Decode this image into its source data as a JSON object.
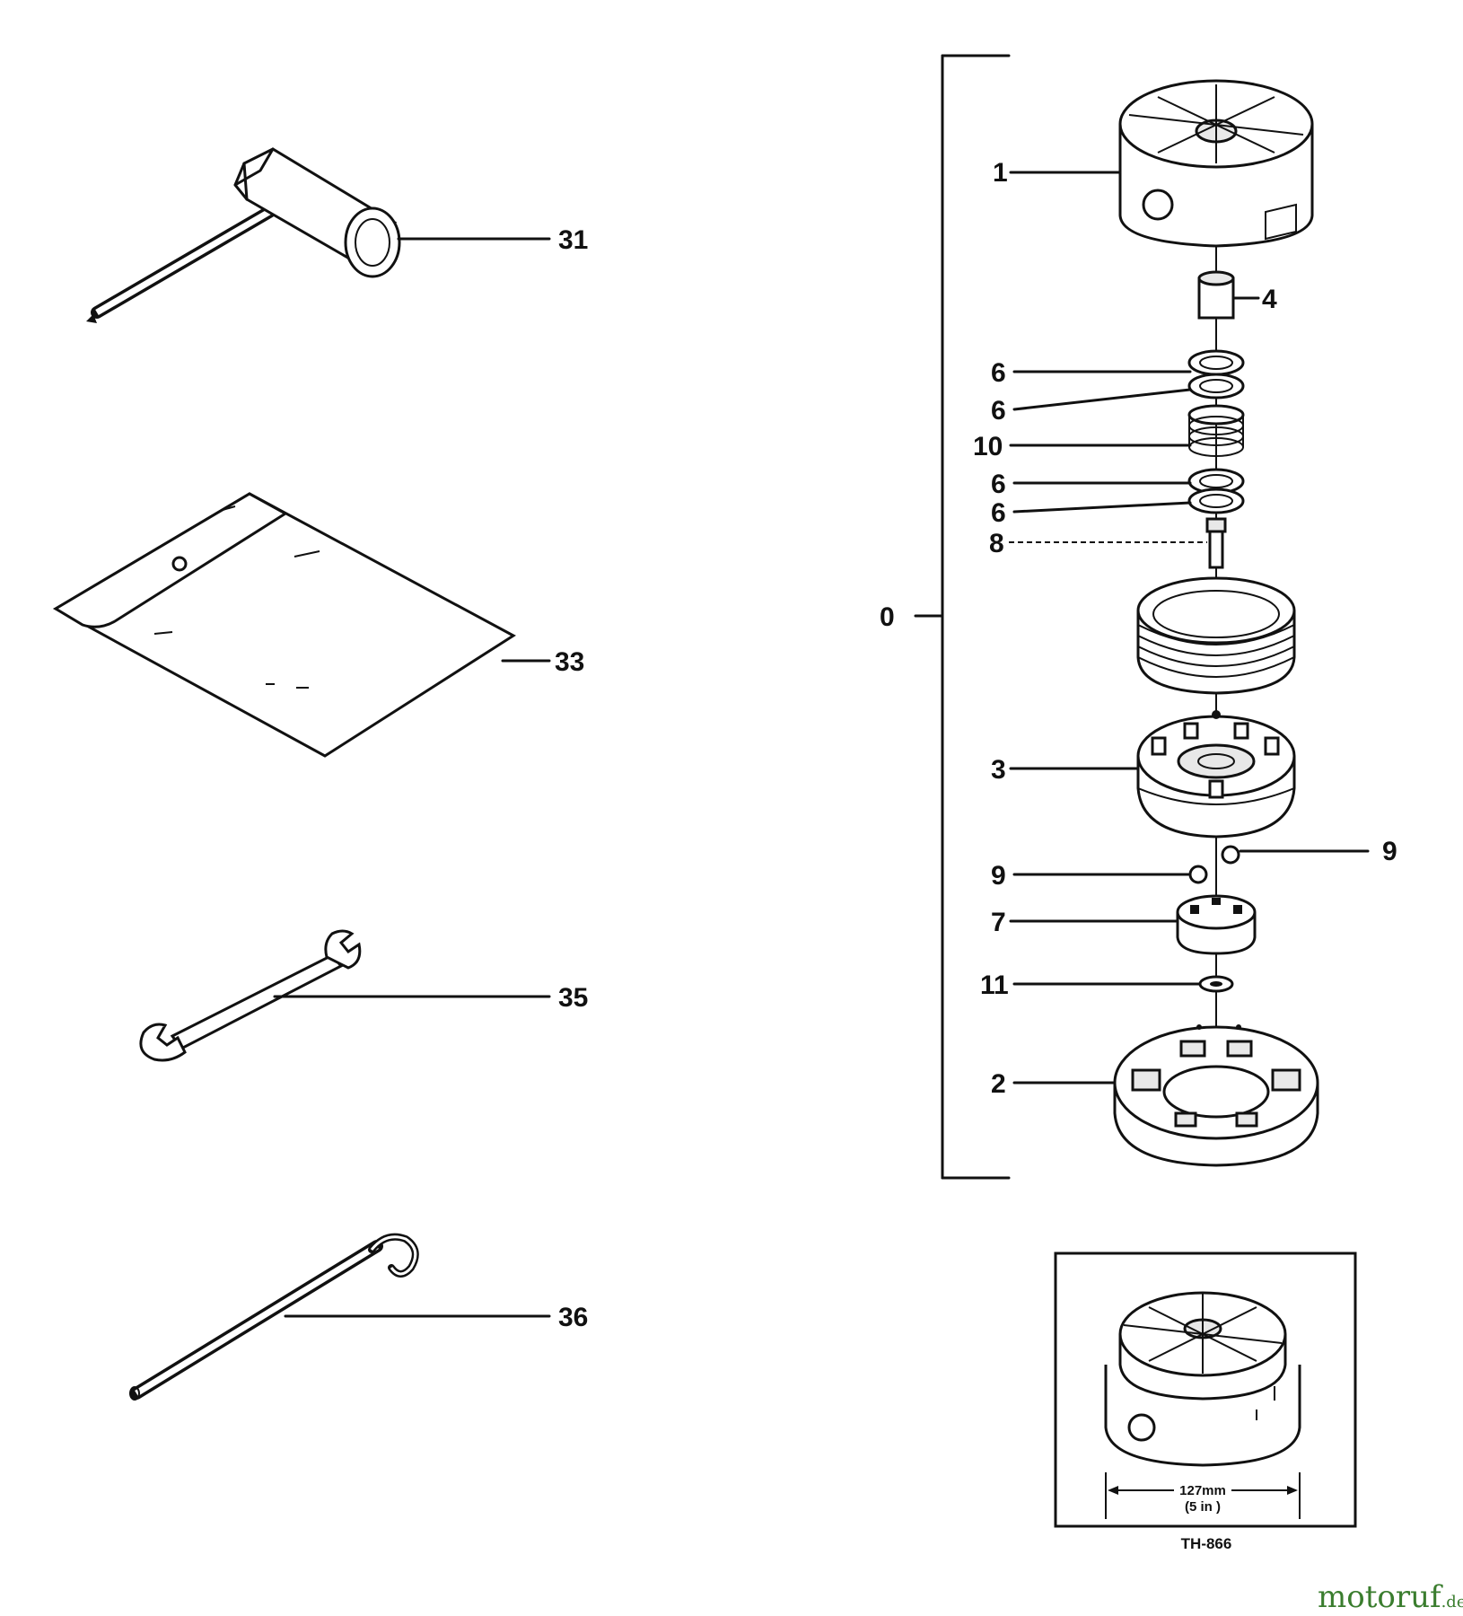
{
  "diagram": {
    "callouts": [
      {
        "key": "p31",
        "text": "31"
      },
      {
        "key": "p33",
        "text": "33"
      },
      {
        "key": "p35",
        "text": "35"
      },
      {
        "key": "p36",
        "text": "36"
      },
      {
        "key": "p1",
        "text": "1"
      },
      {
        "key": "p4",
        "text": "4"
      },
      {
        "key": "p6a",
        "text": "6"
      },
      {
        "key": "p6b",
        "text": "6"
      },
      {
        "key": "p10",
        "text": "10"
      },
      {
        "key": "p6c",
        "text": "6"
      },
      {
        "key": "p6d",
        "text": "6"
      },
      {
        "key": "p8",
        "text": "8"
      },
      {
        "key": "p0",
        "text": "0"
      },
      {
        "key": "p3",
        "text": "3"
      },
      {
        "key": "p9a",
        "text": "9"
      },
      {
        "key": "p9b",
        "text": "9"
      },
      {
        "key": "p7",
        "text": "7"
      },
      {
        "key": "p11",
        "text": "11"
      },
      {
        "key": "p2",
        "text": "2"
      }
    ],
    "inset": {
      "dimension_metric": "127mm",
      "dimension_imperial": "(5 in )",
      "model_code": "TH-866"
    },
    "watermark": {
      "name": "motoruf",
      "suffix": ".de"
    }
  }
}
